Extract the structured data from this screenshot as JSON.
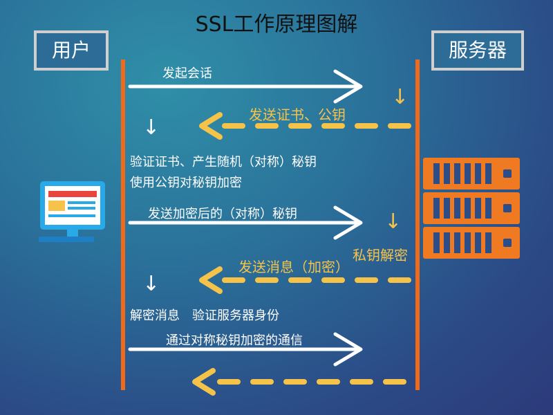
{
  "title": "SSL工作原理图解",
  "actors": {
    "user": "用户",
    "server": "服务器"
  },
  "steps": {
    "s1": "发起会话",
    "s2": "发送证书、公钥",
    "s3_line1": "验证证书、产生随机（对称）秘钥",
    "s3_line2": "使用公钥对秘钥加密",
    "s4": "发送加密后的（对称）秘钥",
    "s5": "私钥解密",
    "s6": "发送消息（加密）",
    "s7": "解密消息　验证服务器身份",
    "s8": "通过对称秘钥加密的通信"
  },
  "glyphs": {
    "down": "↓"
  },
  "colors": {
    "lifeline": "#f06a1a",
    "response_arrow": "#f6c34a",
    "request_arrow": "#ffffff",
    "actor_border": "#cfcfcf",
    "server_icon": "#f07a22"
  },
  "icons": {
    "user": "monitor-icon",
    "server": "server-rack-icon"
  }
}
